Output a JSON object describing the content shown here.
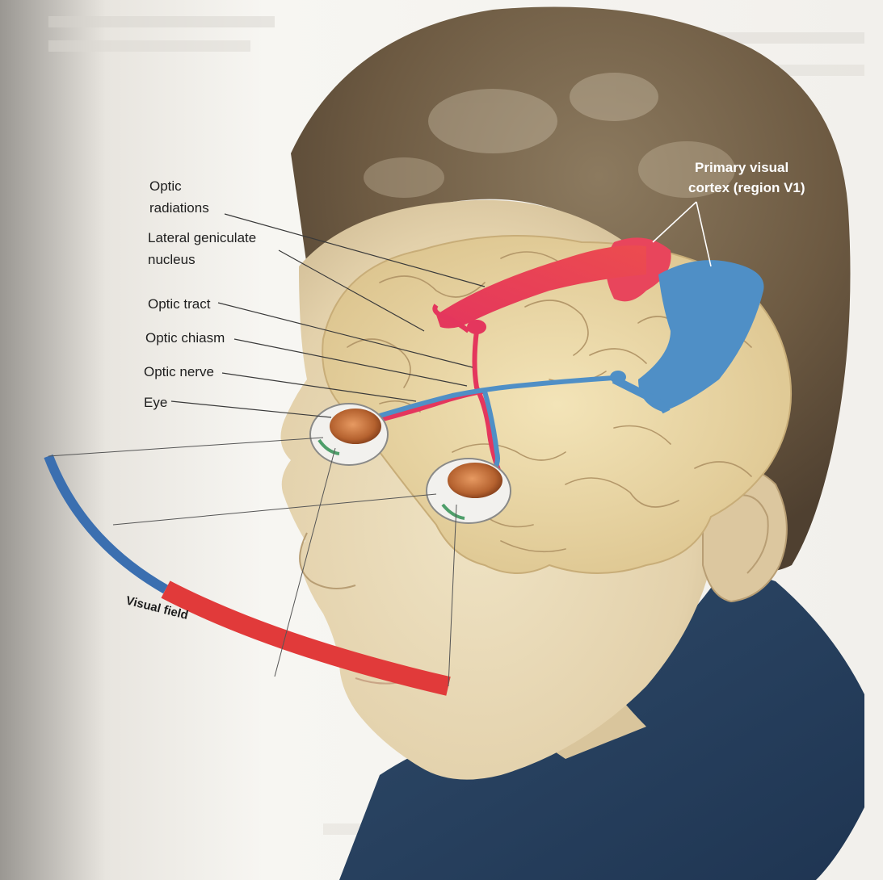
{
  "figure": {
    "labels": {
      "optic_radiations": "Optic radiations",
      "lateral_geniculate_nucleus": "Lateral geniculate nucleus",
      "optic_tract": "Optic tract",
      "optic_chiasm": "Optic chiasm",
      "optic_nerve": "Optic nerve",
      "eye": "Eye",
      "primary_visual_cortex": "Primary visual cortex (region V1)",
      "visual_field": "Visual field"
    }
  }
}
